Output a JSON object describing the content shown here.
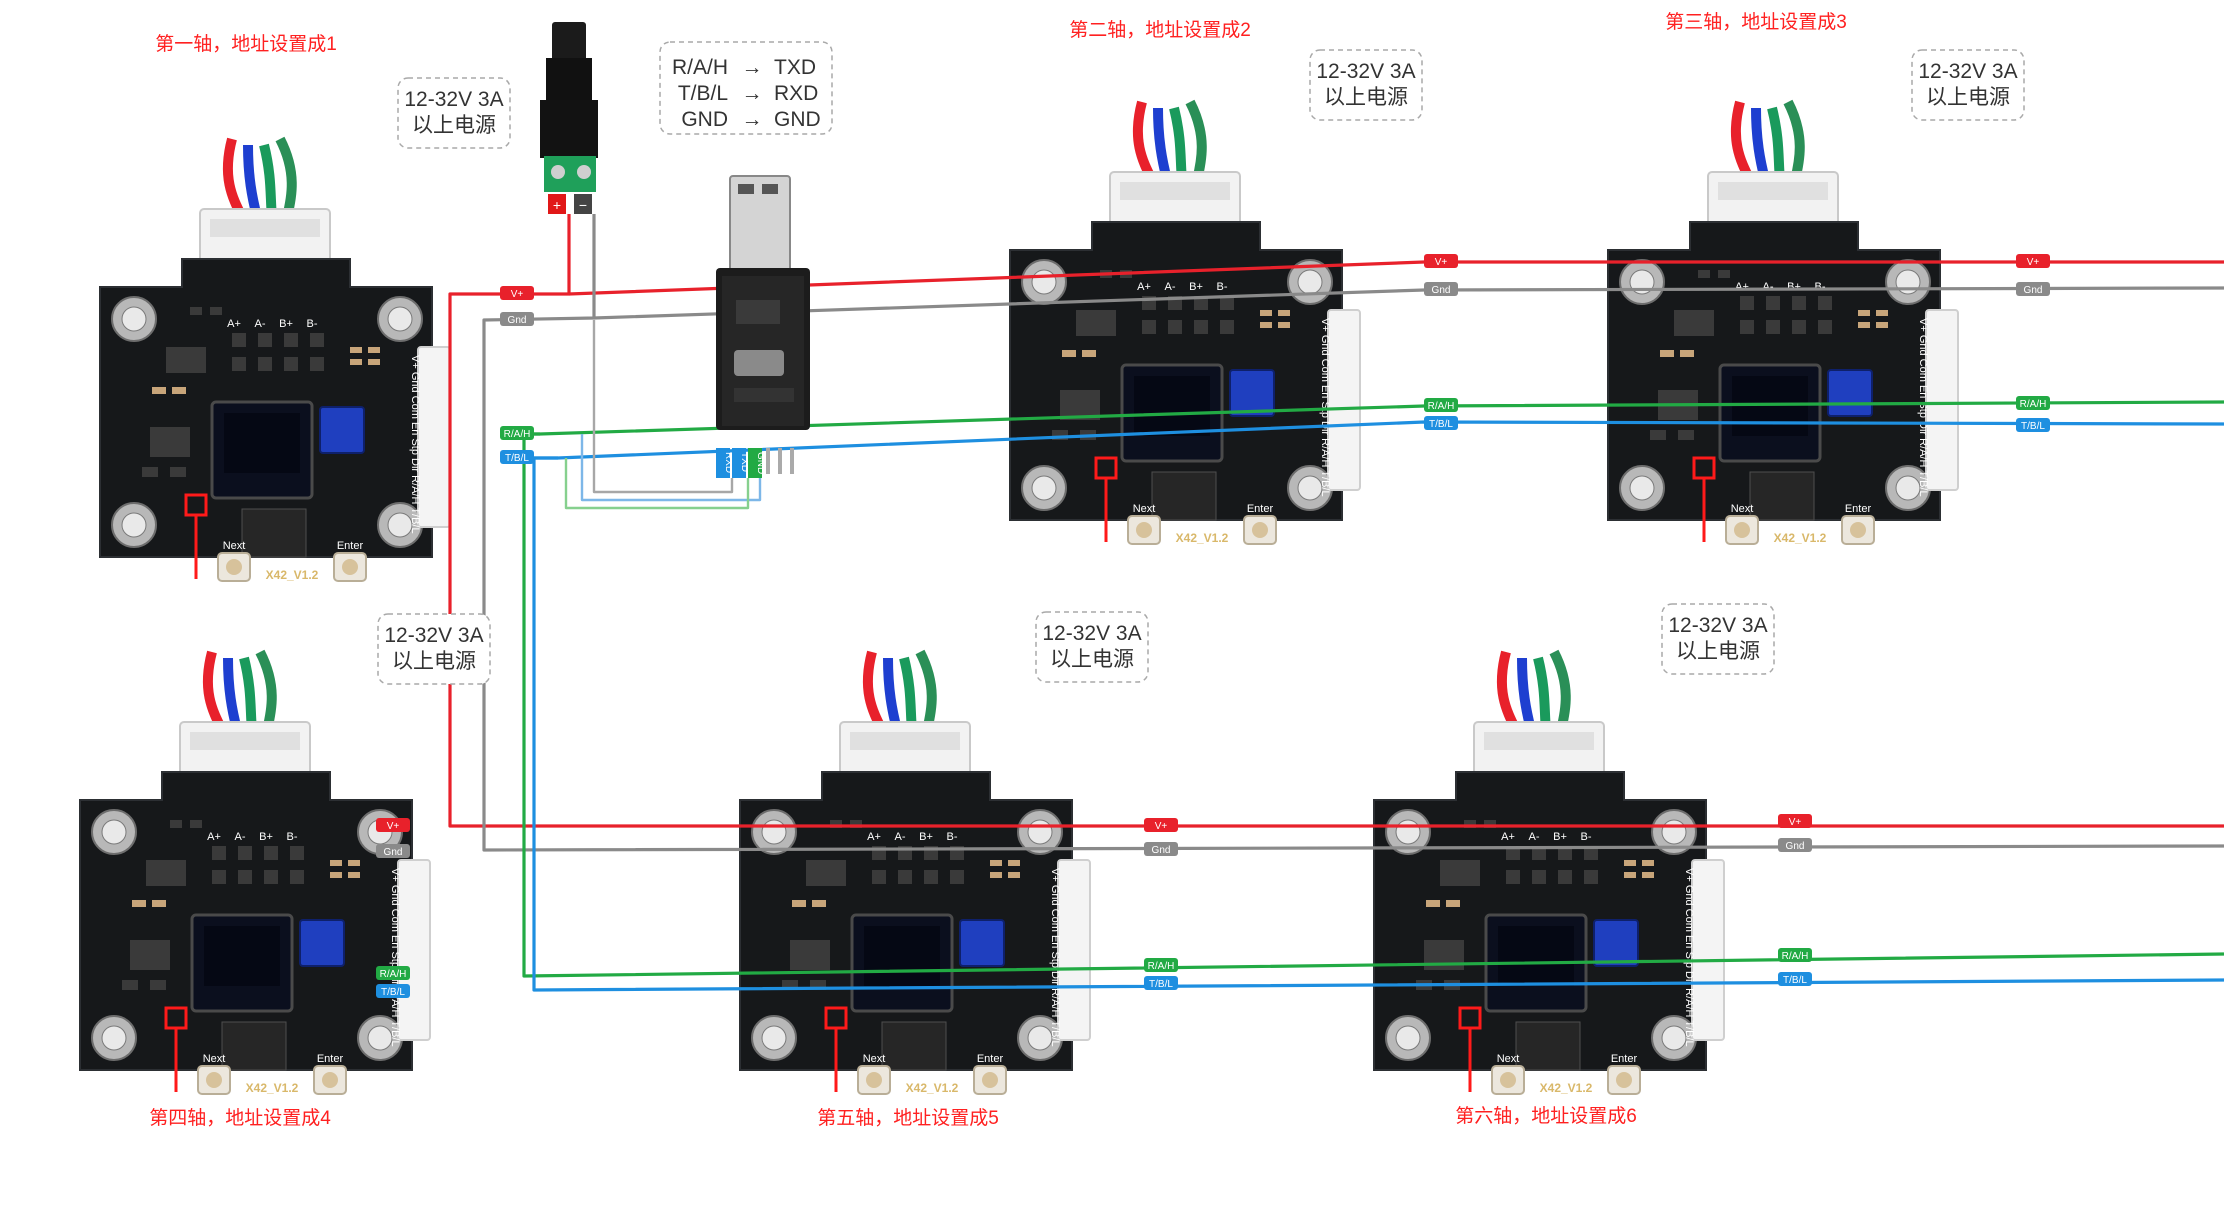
{
  "colors": {
    "vplus": "#e8212b",
    "gnd": "#8a8a8a",
    "rx": "#22aa44",
    "tx": "#1e8fe0",
    "annotation": "#ff2020",
    "usb_rx_wire": "#7db7e8",
    "usb_tx_wire": "#86d08e",
    "usb_gnd_wire": "#a7a7a7"
  },
  "boards": [
    {
      "id": "axis1",
      "label": "第一轴，地址设置成1",
      "power": "12-32V 3A\n以上电源",
      "model": "X42_V1.2"
    },
    {
      "id": "axis2",
      "label": "第二轴，地址设置成2",
      "power": "12-32V 3A\n以上电源",
      "model": "X42_V1.2"
    },
    {
      "id": "axis3",
      "label": "第三轴，地址设置成3",
      "power": "12-32V 3A\n以上电源",
      "model": "X42_V1.2"
    },
    {
      "id": "axis4",
      "label": "第四轴，地址设置成4",
      "power": "12-32V 3A\n以上电源",
      "model": "X42_V1.2"
    },
    {
      "id": "axis5",
      "label": "第五轴，地址设置成5",
      "power": "12-32V 3A\n以上电源",
      "model": "X42_V1.2"
    },
    {
      "id": "axis6",
      "label": "第六轴，地址设置成6",
      "power": "12-32V 3A\n以上电源",
      "model": "X42_V1.2"
    }
  ],
  "board_silk": {
    "motor_pins": [
      "A+",
      "A-",
      "B+",
      "B-"
    ],
    "side_pins": "V+ Gnd Com En Stp Dir R/A/H T/B/L",
    "next": "Next",
    "enter": "Enter"
  },
  "wire_tags": {
    "vplus": "V+",
    "gnd": "Gnd",
    "rx": "R/A/H",
    "tx": "T/B/L"
  },
  "pin_map": [
    {
      "from": "R/A/H",
      "to": "TXD"
    },
    {
      "from": "T/B/L",
      "to": "RXD"
    },
    {
      "from": "GND",
      "to": "GND"
    }
  ],
  "arrow": "→",
  "dc_jack": {
    "plus": "+",
    "minus": "−"
  },
  "usb_pins": [
    "RXD",
    "TXD",
    "GND"
  ]
}
